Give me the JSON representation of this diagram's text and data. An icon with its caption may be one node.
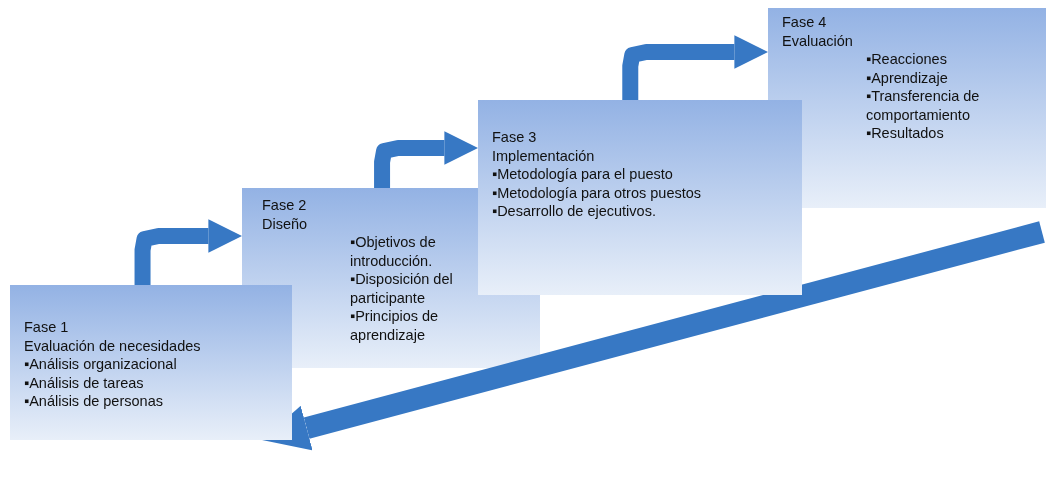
{
  "diagram": {
    "nodes": [
      {
        "text": [
          "Fase 1",
          "Evaluación de necesidades",
          "▪Análisis organizacional",
          "▪Análisis de tareas",
          "▪Análisis de personas"
        ]
      },
      {
        "text": [
          "Fase 2",
          "Diseño",
          "▪Objetivos de introducción.",
          "▪Disposición del participante",
          "▪Principios de aprendizaje"
        ]
      },
      {
        "text": [
          "Fase 3",
          "Implementación",
          "▪Metodología para el puesto",
          "▪Metodología para otros puestos",
          "▪Desarrollo de ejecutivos."
        ]
      },
      {
        "text": [
          "Fase 4",
          "Evaluación",
          "▪Reacciones",
          "▪Aprendizaje",
          "▪Transferencia de comportamiento",
          "▪Resultados"
        ]
      }
    ],
    "edges": [
      {
        "from": 0,
        "to": 1,
        "arrow": "to"
      },
      {
        "from": 1,
        "to": 2,
        "arrow": "to"
      },
      {
        "from": 2,
        "to": 3,
        "arrow": "to"
      },
      {
        "from": 3,
        "to": 0,
        "arrow": "to"
      }
    ]
  }
}
